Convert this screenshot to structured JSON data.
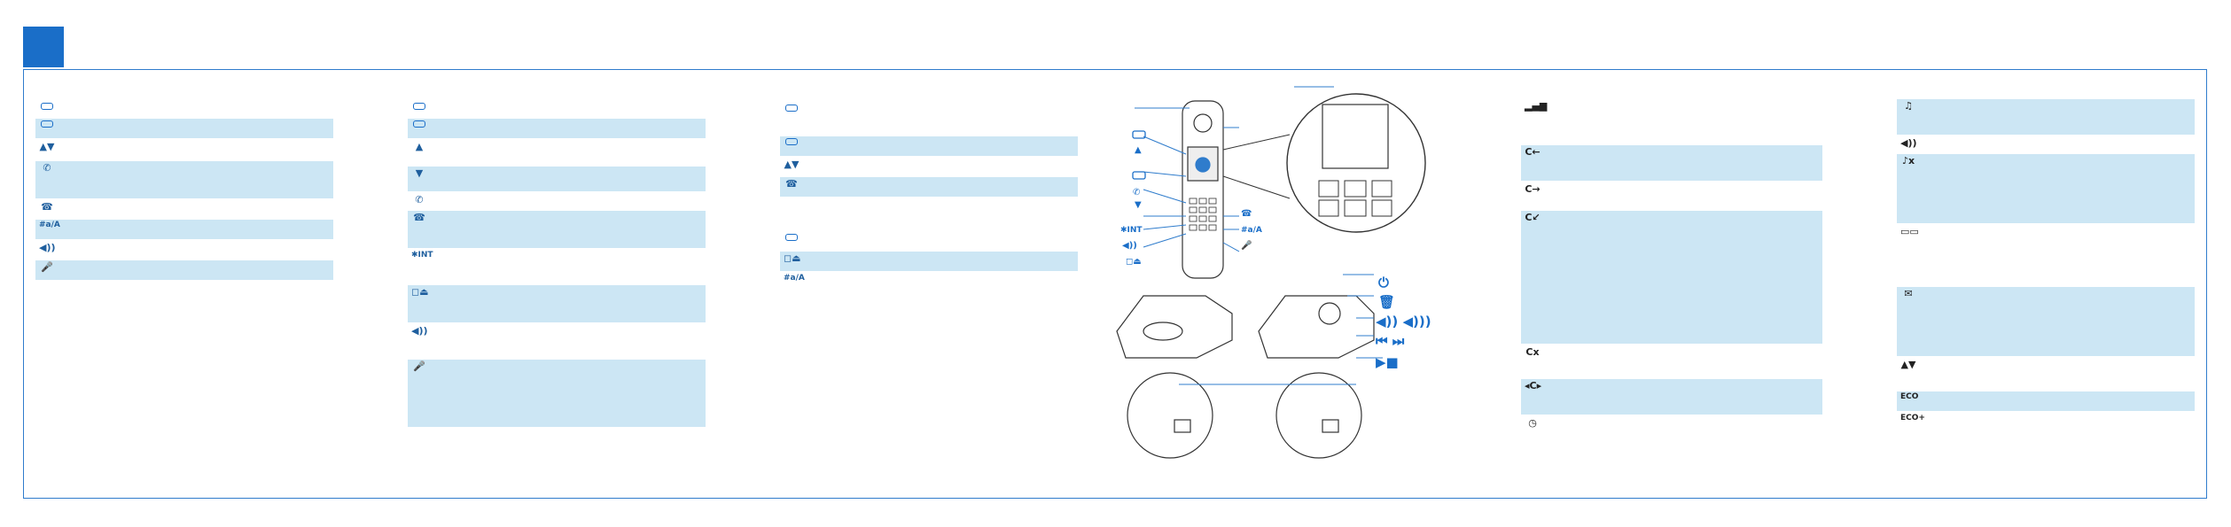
{
  "page": {
    "accent_color": "#1a6ec8",
    "shade_color": "#cce6f4"
  },
  "col1": [
    {
      "icon": "softkey-icon",
      "shaded": false,
      "height": 18
    },
    {
      "icon": "softkey-icon",
      "shaded": true,
      "height": 22
    },
    {
      "icon": "nav-updown-icon",
      "glyph": "▲▼",
      "shaded": false,
      "height": 22
    },
    {
      "icon": "call-icon",
      "glyph": "✆",
      "shaded": true,
      "height": 42
    },
    {
      "icon": "end-call-icon",
      "glyph": "☎",
      "shaded": false,
      "height": 20
    },
    {
      "icon": "hash-key-icon",
      "label": "#a/A",
      "shaded": true,
      "height": 22
    },
    {
      "icon": "speaker-icon",
      "glyph": "◀))",
      "shaded": false,
      "height": 20
    },
    {
      "icon": "mute-icon",
      "glyph": "🎤",
      "shaded": true,
      "height": 22
    }
  ],
  "col2": [
    {
      "icon": "softkey-icon",
      "shaded": false,
      "height": 18
    },
    {
      "icon": "softkey-icon",
      "shaded": true,
      "height": 22
    },
    {
      "icon": "up-phonebook-icon",
      "glyph": "▲",
      "shaded": false,
      "height": 28
    },
    {
      "icon": "down-callog-icon",
      "glyph": "▼",
      "shaded": true,
      "height": 28
    },
    {
      "icon": "redial-icon",
      "glyph": "✆",
      "shaded": false,
      "height": 18
    },
    {
      "icon": "end-call-icon",
      "glyph": "☎",
      "shaded": true,
      "height": 42
    },
    {
      "icon": "intercom-icon",
      "label": "✱INT",
      "shaded": false,
      "height": 38
    },
    {
      "icon": "conference-icon",
      "glyph": "◻⏏",
      "shaded": true,
      "height": 42
    },
    {
      "icon": "speaker-icon",
      "glyph": "◀))",
      "shaded": false,
      "height": 38
    },
    {
      "icon": "mute-icon",
      "glyph": "🎤",
      "shaded": true,
      "height": 76
    }
  ],
  "col3a": [
    {
      "icon": "softkey-icon",
      "shaded": false,
      "height": 36
    },
    {
      "icon": "softkey-icon",
      "shaded": true,
      "height": 22
    },
    {
      "icon": "nav-icon",
      "glyph": "▲▼",
      "shaded": false,
      "height": 20
    },
    {
      "icon": "end-call-icon",
      "glyph": "☎",
      "shaded": true,
      "height": 22
    }
  ],
  "col3b": [
    {
      "icon": "softkey-icon",
      "shaded": false,
      "height": 20
    },
    {
      "icon": "conference-icon",
      "glyph": "◻⏏",
      "shaded": true,
      "height": 22
    },
    {
      "icon": "hash-key-icon",
      "label": "#a/A",
      "shaded": false,
      "height": 20
    }
  ],
  "diagram": {
    "handset_labels": {
      "int": "✱INT",
      "hash": "#a/A"
    }
  },
  "col5": [
    {
      "icon": "signal-icon",
      "glyph": "▂▄▆",
      "shaded": false,
      "height": 50
    },
    {
      "icon": "incoming-call-icon",
      "glyph": "C←",
      "shaded": true,
      "height": 40
    },
    {
      "icon": "outgoing-call-icon",
      "glyph": "C→",
      "shaded": false,
      "height": 30
    },
    {
      "icon": "missed-call-icon",
      "glyph": "C↙",
      "shaded": true,
      "height": 150
    },
    {
      "icon": "call-blocked-icon",
      "glyph": "Cx",
      "shaded": false,
      "height": 36
    },
    {
      "icon": "paging-icon",
      "glyph": "◂C▸",
      "shaded": true,
      "height": 40
    },
    {
      "icon": "clock-icon",
      "glyph": "◷",
      "shaded": false,
      "height": 20
    }
  ],
  "col6": [
    {
      "icon": "ringer-icon",
      "glyph": "♫",
      "shaded": true,
      "height": 40
    },
    {
      "icon": "speaker-icon",
      "glyph": "◀))",
      "shaded": false,
      "height": 18
    },
    {
      "icon": "ringer-off-icon",
      "glyph": "♪x",
      "shaded": true,
      "height": 78
    },
    {
      "icon": "voicemail-icon",
      "glyph": "▭▭",
      "shaded": false,
      "height": 68
    },
    {
      "icon": "message-icon",
      "glyph": "✉",
      "shaded": true,
      "height": 78
    },
    {
      "icon": "scroll-icon",
      "glyph": "▲▼",
      "shaded": false,
      "height": 36
    },
    {
      "icon": "eco-icon",
      "label": "ECO",
      "shaded": true,
      "height": 22
    },
    {
      "icon": "eco-plus-icon",
      "label": "ECO+",
      "shaded": false,
      "height": 20
    }
  ]
}
